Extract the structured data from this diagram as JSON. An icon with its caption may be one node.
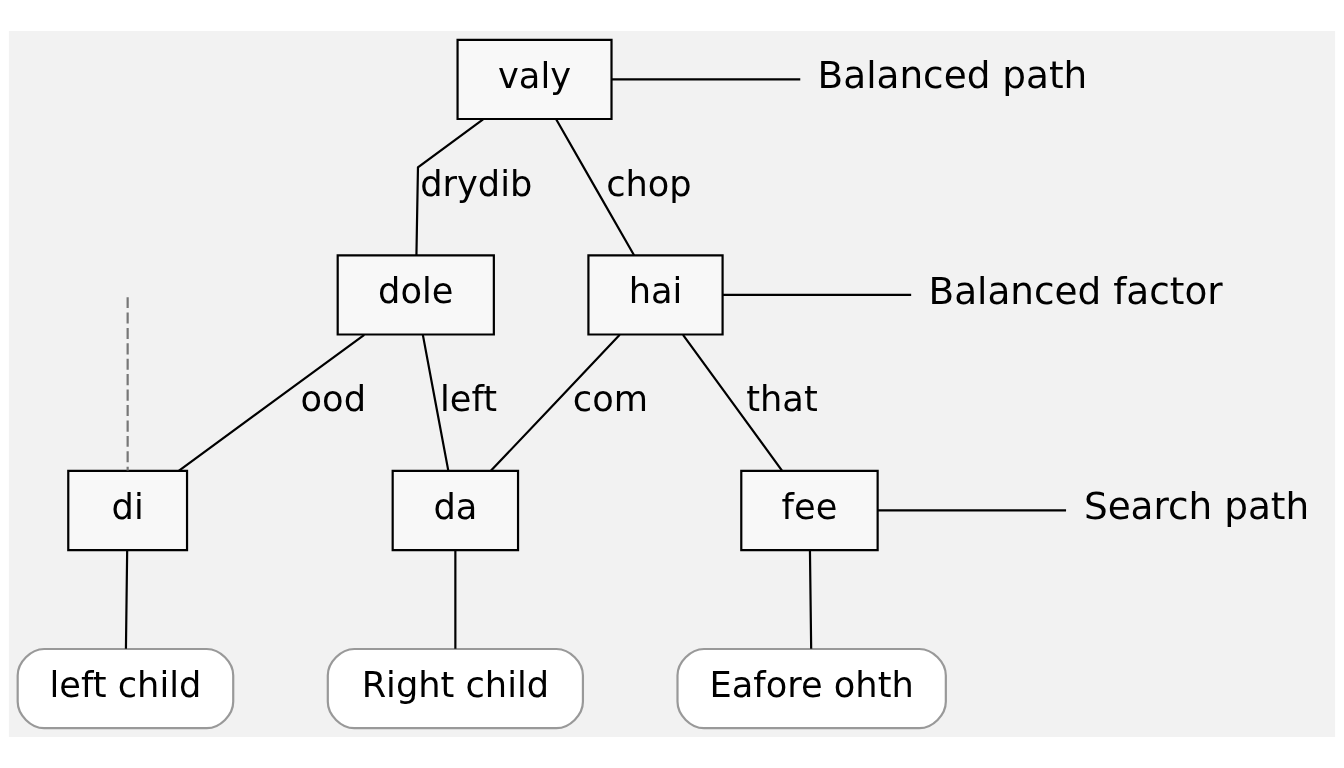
{
  "diagram": {
    "nodes": [
      {
        "text": [
          "valy"
        ]
      },
      {
        "text": [
          "Balanced path"
        ]
      },
      {
        "text": [
          "dole"
        ]
      },
      {
        "text": [
          "hai"
        ]
      },
      {
        "text": [
          "Balanced factor"
        ]
      },
      {
        "text": [
          "di"
        ]
      },
      {
        "text": [
          "da"
        ]
      },
      {
        "text": [
          "fee"
        ]
      },
      {
        "text": [
          "Search path"
        ]
      },
      {
        "text": [
          "left child"
        ]
      },
      {
        "text": [
          "Right child"
        ]
      },
      {
        "text": [
          "Eafore ohth"
        ]
      }
    ],
    "edges": [
      {
        "from": 0,
        "to": 1,
        "arrow": "none"
      },
      {
        "from": 0,
        "to": 2,
        "arrow": "none",
        "label": "drydib"
      },
      {
        "from": 0,
        "to": 3,
        "arrow": "none",
        "label": "chop"
      },
      {
        "from": 3,
        "to": 4,
        "arrow": "none"
      },
      {
        "from": 2,
        "to": 5,
        "arrow": "none",
        "label": "ood"
      },
      {
        "from": 2,
        "to": 6,
        "arrow": "none",
        "label": "left"
      },
      {
        "from": 3,
        "to": 6,
        "arrow": "none",
        "label": "com"
      },
      {
        "from": 3,
        "to": 7,
        "arrow": "none",
        "label": "that"
      },
      {
        "from": 7,
        "to": 8,
        "arrow": "none"
      },
      {
        "from": null,
        "to": 5,
        "arrow": "none",
        "style": "dashed",
        "color": "#777777"
      },
      {
        "from": 5,
        "to": 9,
        "arrow": "none"
      },
      {
        "from": 6,
        "to": 10,
        "arrow": "none"
      },
      {
        "from": 7,
        "to": 11,
        "arrow": "none"
      }
    ]
  }
}
